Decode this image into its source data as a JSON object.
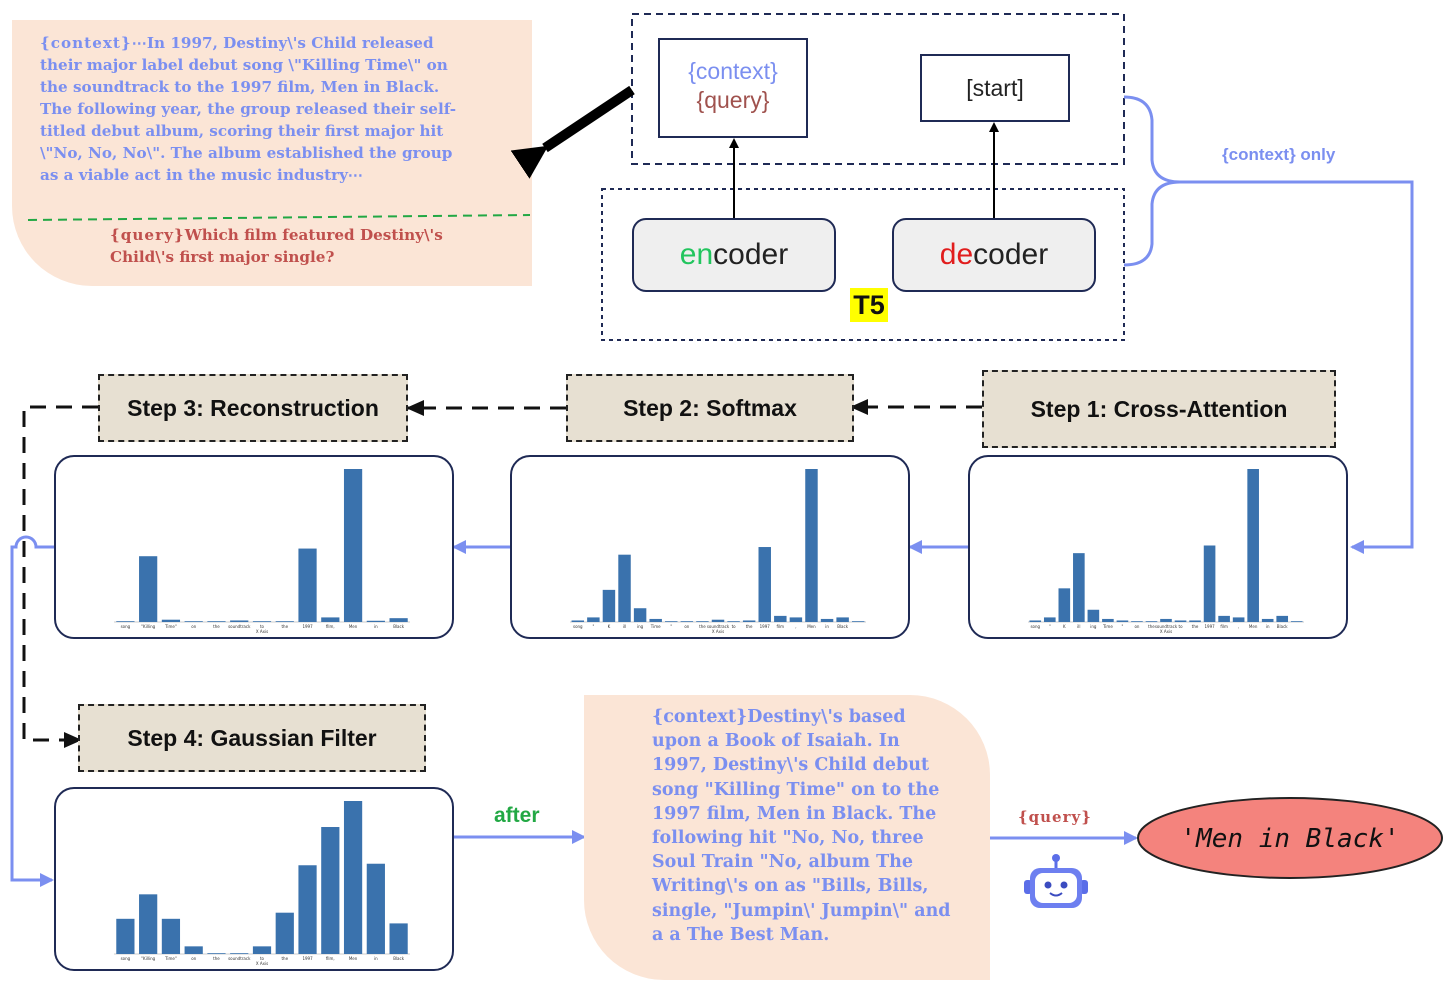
{
  "context_bubble": {
    "context_tag": "{context}",
    "context_text": "⋯In 1997, Destiny\\'s Child released their major label debut song \\\"Killing Time\\\" on the soundtrack to the 1997 film, Men in Black. The following year, the group released their self-titled debut album, scoring their first major hit \\\"No, No, No\\\". The album established the group as a viable act in the music industry⋯",
    "query_tag": "{query}",
    "query_text": "Which film featured Destiny\\'s Child\\'s first major single?"
  },
  "model": {
    "input_context": "{context}",
    "input_query": "{query}",
    "start_token": "[start]",
    "encoder_prefix": "en",
    "encoder_suffix": "coder",
    "decoder_prefix": "de",
    "decoder_suffix": "coder",
    "name": "T5",
    "brace_label": "{context} only"
  },
  "steps": {
    "step1": "Step 1:  Cross-Attention",
    "step2": "Step 2:  Softmax",
    "step3": "Step 3:  Reconstruction",
    "step4": "Step 4:  Gaussian Filter"
  },
  "after_label": "after",
  "output_bubble": {
    "text": "{context}Destiny\\'s based upon a Book of Isaiah. In 1997, Destiny\\'s Child debut song \"Killing Time\" on to the 1997 film, Men in Black. The following hit \"No, No, three Soul Train \"No, album The Writing\\'s on as \"Bills, Bills, single, \"Jumpin\\' Jumpin\\\" and a a The Best Man."
  },
  "query_arrow_label": "{query}",
  "answer": "'Men in Black'",
  "colors": {
    "bar": "#3a72ad",
    "arrow_blue": "#7b8ff0",
    "encoder_green": "#22c55e",
    "decoder_red": "#e11d1d",
    "t5_highlight": "#ffff00",
    "answer_fill": "#f4837d"
  },
  "chart_data": [
    {
      "type": "bar",
      "title": "Step 1: Cross-Attention",
      "xlabel": "X Axis",
      "categories": [
        "song",
        "\"",
        "K",
        "ill",
        "ing",
        "Time",
        "\"",
        "on",
        "the",
        "soundtrack",
        "to",
        "the",
        "1997",
        "film",
        ",",
        "Men",
        "in",
        "Black",
        ""
      ],
      "values": [
        0.01,
        0.03,
        0.22,
        0.45,
        0.08,
        0.02,
        0.01,
        0.005,
        0.005,
        0.02,
        0.01,
        0.01,
        0.5,
        0.04,
        0.03,
        1.0,
        0.02,
        0.04,
        0.005
      ]
    },
    {
      "type": "bar",
      "title": "Step 2: Softmax",
      "xlabel": "X Axis",
      "categories": [
        "song",
        "\"",
        "K",
        "ill",
        "ing",
        "Time",
        "\"",
        "on",
        "the",
        "soundtrack",
        "to",
        "the",
        "1997",
        "film",
        ",",
        "Men",
        "in",
        "Black",
        ""
      ],
      "values": [
        0.01,
        0.03,
        0.21,
        0.44,
        0.09,
        0.02,
        0.005,
        0.005,
        0.005,
        0.015,
        0.005,
        0.01,
        0.49,
        0.04,
        0.03,
        1.0,
        0.02,
        0.03,
        0.005
      ]
    },
    {
      "type": "bar",
      "title": "Step 3: Reconstruction",
      "xlabel": "X Axis",
      "categories": [
        "song",
        "\"Killing",
        "Time\"",
        "on",
        "the",
        "soundtrack",
        "to",
        "the",
        "1997",
        "film,",
        "Men",
        "in",
        "Black"
      ],
      "values": [
        0.005,
        0.43,
        0.015,
        0.003,
        0.003,
        0.01,
        0.003,
        0.005,
        0.48,
        0.03,
        1.0,
        0.008,
        0.025
      ]
    },
    {
      "type": "bar",
      "title": "Step 4: Gaussian Filter",
      "xlabel": "X Axis",
      "categories": [
        "song",
        "\"Killing",
        "Time\"",
        "on",
        "the",
        "soundtrack",
        "to",
        "the",
        "1997",
        "film,",
        "Men",
        "in",
        "Black"
      ],
      "values": [
        0.23,
        0.39,
        0.23,
        0.05,
        0.0,
        0.0,
        0.05,
        0.27,
        0.58,
        0.83,
        1.0,
        0.59,
        0.2
      ]
    }
  ]
}
